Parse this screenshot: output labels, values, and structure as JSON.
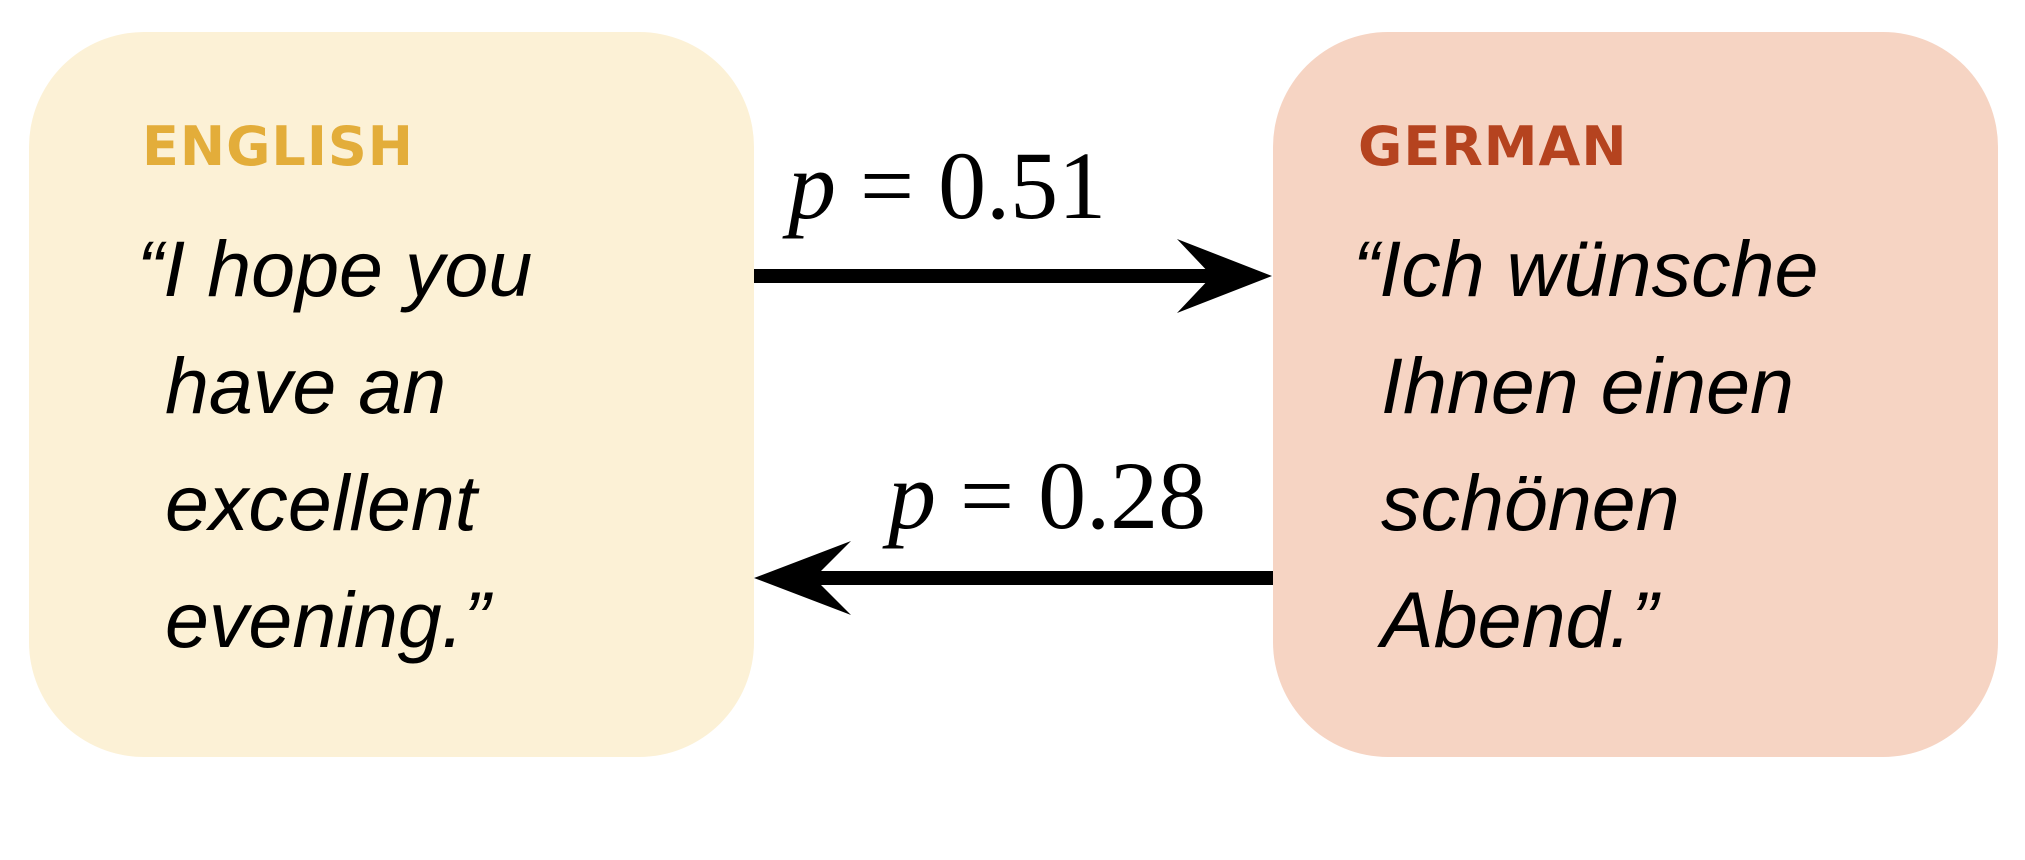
{
  "colors": {
    "english_box": "#fcf1d6",
    "english_label": "#e3ad3a",
    "german_box": "#f6d4c3",
    "german_label": "#b5431f",
    "arrow": "#000000"
  },
  "english": {
    "label": "ENGLISH",
    "lines": [
      "“I hope you",
      "have an",
      "excellent",
      "evening.”"
    ]
  },
  "german": {
    "label": "GERMAN",
    "lines": [
      "“Ich wünsche",
      "Ihnen einen",
      "schönen",
      "Abend.”"
    ]
  },
  "forward": {
    "variable": "p",
    "relation": " = 0.51"
  },
  "backward": {
    "variable": "p",
    "relation": " = 0.28"
  }
}
